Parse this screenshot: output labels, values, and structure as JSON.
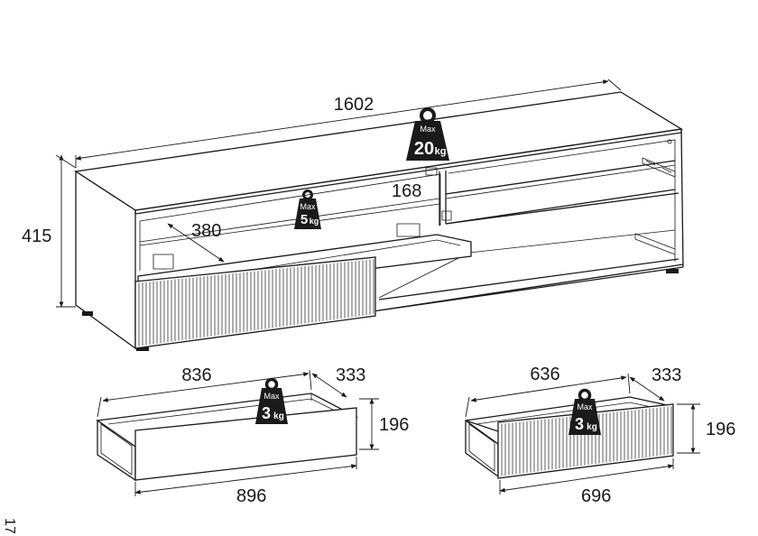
{
  "dimensions": {
    "cabinet_width": "1602",
    "cabinet_height": "415",
    "shelf_height": "168",
    "drawer_depth_inner": "380",
    "drawer_left_width_top": "836",
    "drawer_left_depth": "333",
    "drawer_left_height": "196",
    "drawer_left_width_front": "896",
    "drawer_right_width_top": "636",
    "drawer_right_depth": "333",
    "drawer_right_height": "196",
    "drawer_right_width_front": "696"
  },
  "weight_limits": [
    {
      "max_label": "Max",
      "value": "20",
      "unit": "kg"
    },
    {
      "max_label": "Max",
      "value": "5",
      "unit": "kg"
    },
    {
      "max_label": "Max",
      "value": "3",
      "unit": "kg"
    },
    {
      "max_label": "Max",
      "value": "3",
      "unit": "kg"
    }
  ],
  "page_number": "17"
}
